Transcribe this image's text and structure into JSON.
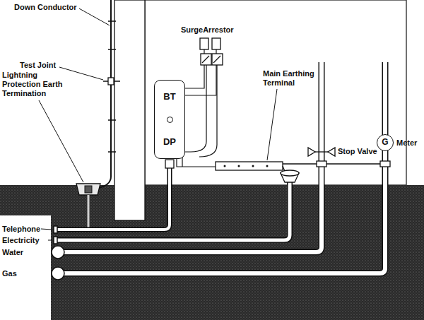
{
  "diagram": {
    "nodes": [
      {
        "text": [
          "BT",
          "DP"
        ]
      },
      {
        "text": [
          "G"
        ]
      }
    ],
    "labels": [
      "Down Conductor",
      "Test Joint",
      "Lightning Protection Earth Termination",
      "SurgeArrestor",
      "Main Earthing Terminal",
      "Stop Valve",
      "Meter",
      "Telephone",
      "Electricity",
      "Water",
      "Gas"
    ]
  }
}
